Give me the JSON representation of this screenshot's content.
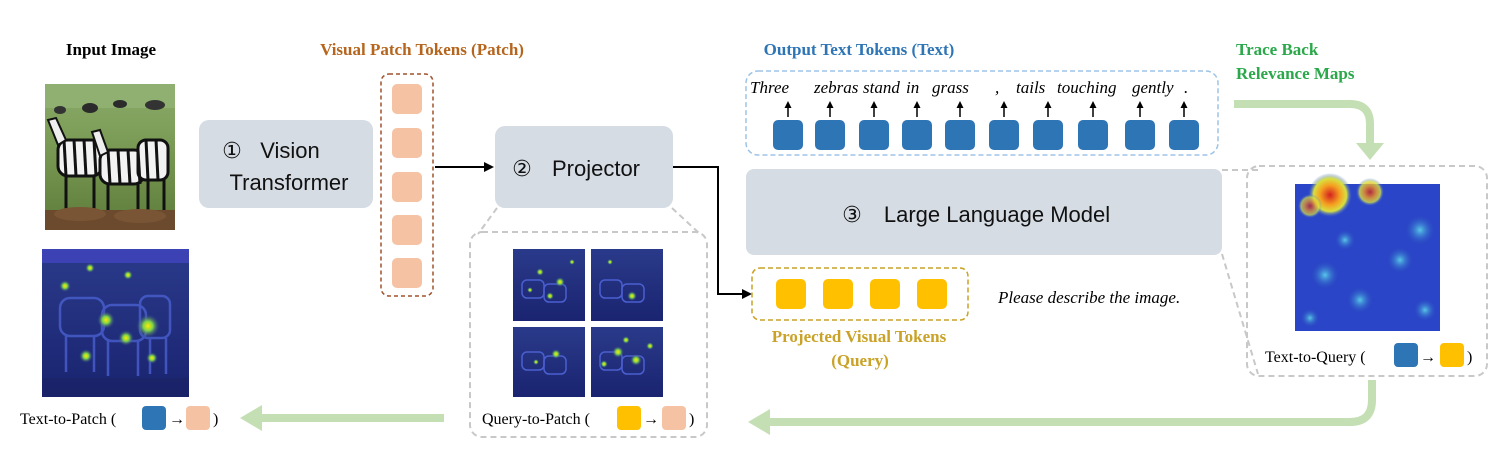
{
  "labels": {
    "input_image": "Input Image",
    "visual_patch_tokens": "Visual Patch Tokens (Patch)",
    "output_text_tokens": "Output Text Tokens (Text)",
    "trace_back_line1": "Trace Back",
    "trace_back_line2": "Relevance Maps",
    "projected_line1": "Projected Visual Tokens",
    "projected_line2": "(Query)",
    "prompt": "Please describe the image."
  },
  "modules": {
    "vision_num": "①",
    "vision_line1": "Vision",
    "vision_line2": "Transformer",
    "projector_num": "②",
    "projector_label": "Projector",
    "llm_num": "③",
    "llm_label": "Large Language Model"
  },
  "output_words": [
    "Three",
    "zebras",
    "stand",
    "in",
    "grass",
    ",",
    "tails",
    "touching",
    "gently",
    "."
  ],
  "captions": {
    "text_to_patch": "Text-to-Patch (",
    "query_to_patch": "Query-to-Patch (",
    "text_to_query": "Text-to-Query (",
    "close_paren": ")"
  },
  "colors": {
    "patch_token": "#f5c3a3",
    "patch_border": "#a0522d",
    "patch_title": "#b5651d",
    "text_token": "#2e75b6",
    "text_title": "#2e75b6",
    "query_token": "#ffc000",
    "query_title": "#c9a227",
    "module_fill": "#d6dce4",
    "trace_green": "#c5dfb4",
    "trace_title": "#2aa84a"
  }
}
